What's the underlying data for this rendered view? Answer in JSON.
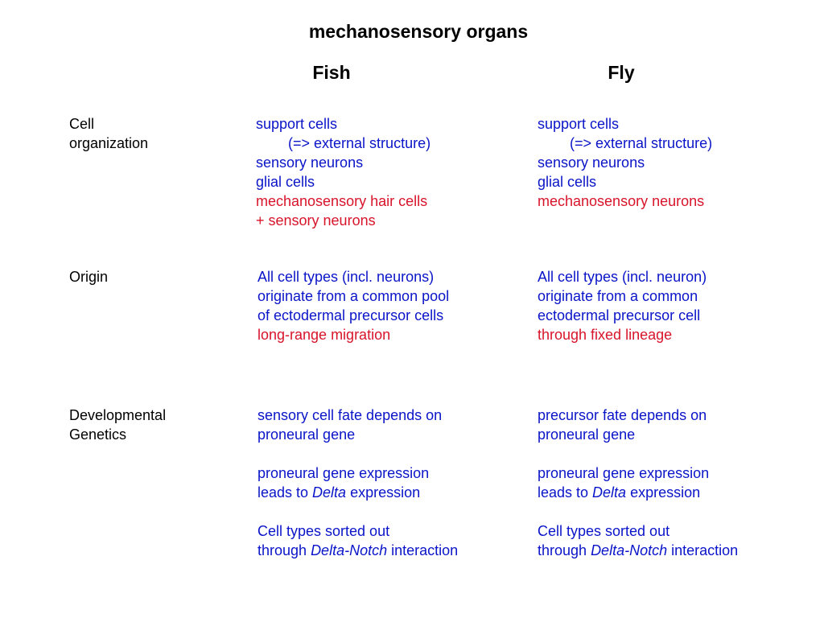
{
  "title": "mechanosensory organs",
  "columns": {
    "fish": "Fish",
    "fly": "Fly"
  },
  "colors": {
    "blue": "#0a14c8",
    "red": "#d8142a"
  },
  "rows": {
    "cell_organization": {
      "label_line1": "Cell",
      "label_line2": "organization",
      "fish": {
        "l1": "support cells",
        "l2": "(=> external structure)",
        "l3": "sensory neurons",
        "l4": "glial cells",
        "l5": "mechanosensory hair cells",
        "l6": "+ sensory neurons"
      },
      "fly": {
        "l1": "support cells",
        "l2": "(=> external structure)",
        "l3": "sensory neurons",
        "l4": "glial cells",
        "l5": "mechanosensory neurons"
      }
    },
    "origin": {
      "label": "Origin",
      "fish": {
        "l1": "All cell types (incl. neurons)",
        "l2": "originate from a common pool",
        "l3": "of ectodermal precursor cells",
        "l4": "long-range migration"
      },
      "fly": {
        "l1": "All cell types (incl. neuron)",
        "l2": "originate from a common",
        "l3": "ectodermal precursor cell",
        "l4": "through fixed lineage"
      }
    },
    "developmental_genetics": {
      "label_line1": "Developmental",
      "label_line2": "Genetics",
      "fish": {
        "l1": "sensory cell fate depends on",
        "l2": "proneural gene",
        "l3": "proneural gene expression",
        "l4_pre": "leads to ",
        "l4_it": "Delta",
        "l4_post": " expression",
        "l5": "Cell types sorted out",
        "l6_pre": "through ",
        "l6_it": "Delta-Notch",
        "l6_post": " interaction"
      },
      "fly": {
        "l1": "precursor fate depends on",
        "l2": "proneural gene",
        "l3": "proneural gene expression",
        "l4_pre": "leads to ",
        "l4_it": "Delta",
        "l4_post": " expression",
        "l5": "Cell types sorted out",
        "l6_pre": "through ",
        "l6_it": "Delta-Notch",
        "l6_post": " interaction"
      }
    }
  }
}
